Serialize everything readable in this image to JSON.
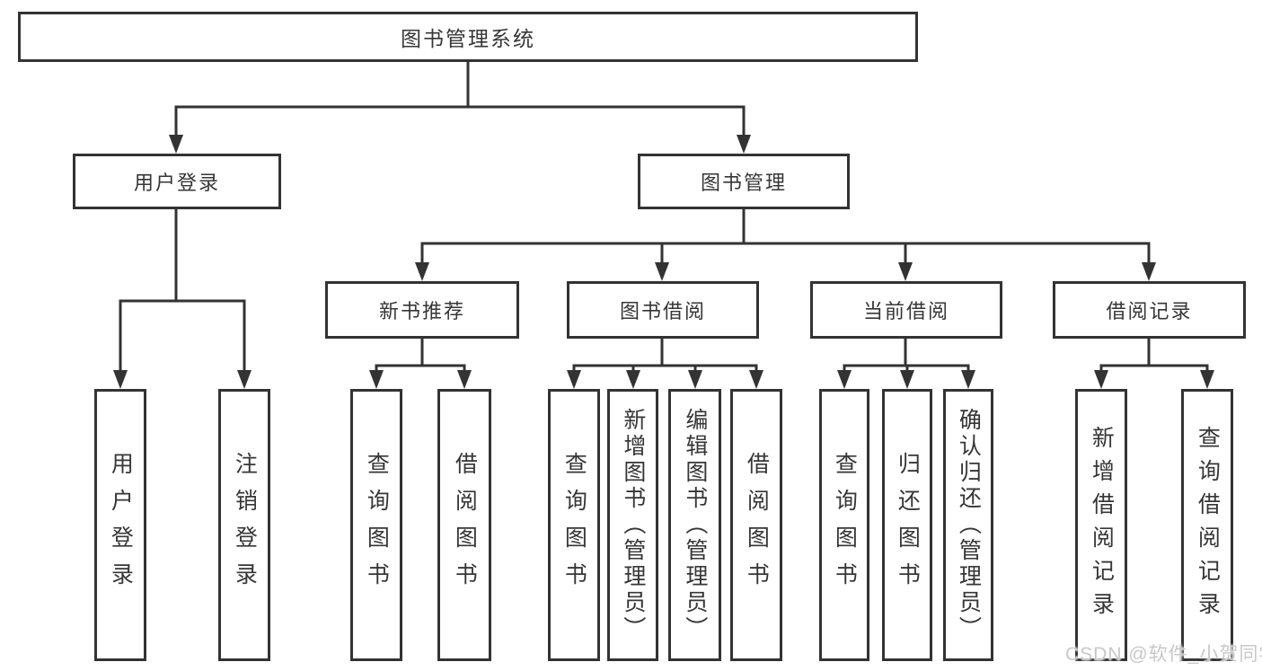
{
  "diagram": {
    "root": {
      "label": "图书管理系统"
    },
    "level2": [
      {
        "label": "用户登录"
      },
      {
        "label": "图书管理"
      }
    ],
    "level3": [
      {
        "label": "新书推荐",
        "parent": "图书管理"
      },
      {
        "label": "图书借阅",
        "parent": "图书管理"
      },
      {
        "label": "当前借阅",
        "parent": "图书管理"
      },
      {
        "label": "借阅记录",
        "parent": "图书管理"
      }
    ],
    "leaves": [
      {
        "label": "用户登录",
        "parent": "用户登录"
      },
      {
        "label": "注销登录",
        "parent": "用户登录"
      },
      {
        "label": "查询图书",
        "parent": "新书推荐"
      },
      {
        "label": "借阅图书",
        "parent": "新书推荐"
      },
      {
        "label": "查询图书",
        "parent": "图书借阅"
      },
      {
        "label": "新增图书（管理员）",
        "parent": "图书借阅"
      },
      {
        "label": "编辑图书（管理员）",
        "parent": "图书借阅"
      },
      {
        "label": "借阅图书",
        "parent": "图书借阅"
      },
      {
        "label": "查询图书",
        "parent": "当前借阅"
      },
      {
        "label": "归还图书",
        "parent": "当前借阅"
      },
      {
        "label": "确认归还（管理员）",
        "parent": "当前借阅"
      },
      {
        "label": "新增借阅记录",
        "parent": "借阅记录"
      },
      {
        "label": "查询借阅记录",
        "parent": "借阅记录"
      }
    ]
  },
  "watermark": "CSDN @软件_小贺同学",
  "colors": {
    "line": "#333333",
    "text": "#363636",
    "watermark": "#c8c8c8",
    "background": "#ffffff"
  }
}
